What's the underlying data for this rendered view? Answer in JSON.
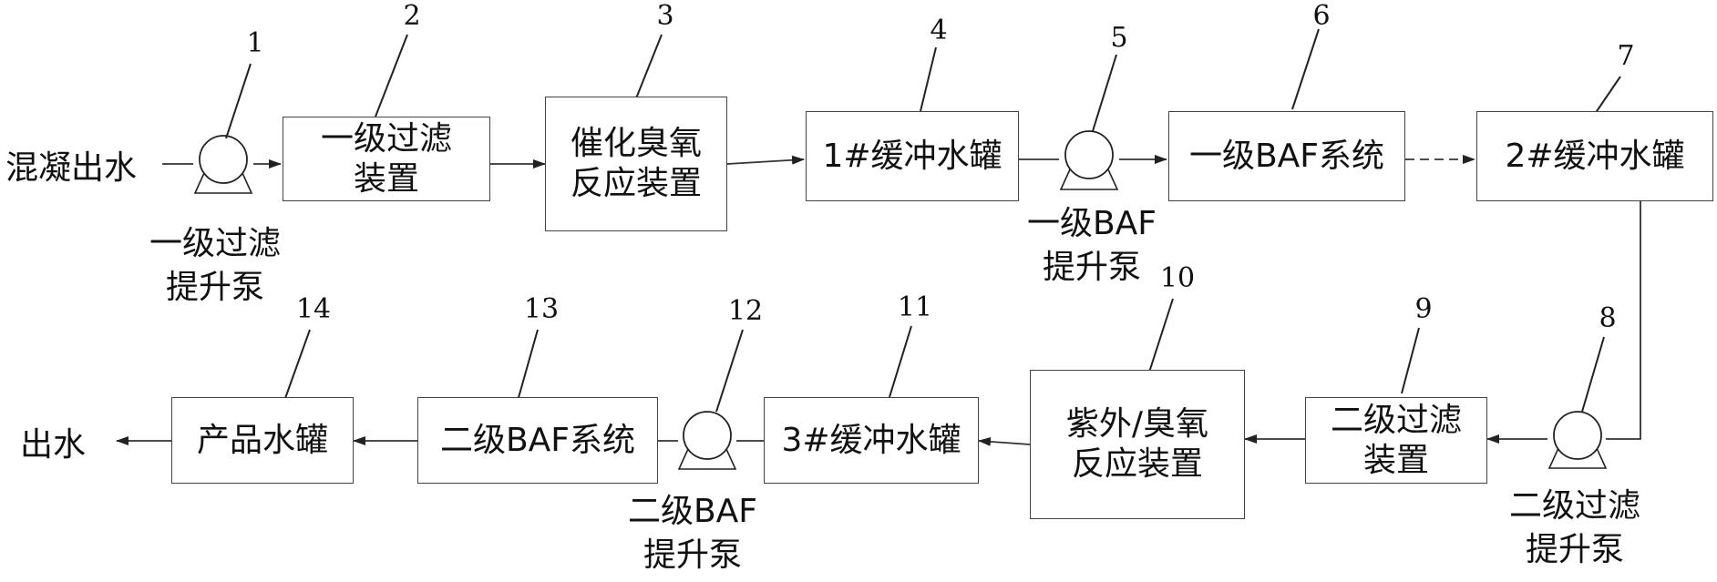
{
  "inlet_label": "混凝出水",
  "outlet_label": "出水",
  "units": [
    {
      "num": "1",
      "label": "一级过滤\n提升泵"
    },
    {
      "num": "2",
      "label": "一级过滤\n装置"
    },
    {
      "num": "3",
      "label": "催化臭氧\n反应装置"
    },
    {
      "num": "4",
      "label": "1#缓冲水罐"
    },
    {
      "num": "5",
      "label": "一级BAF\n提升泵"
    },
    {
      "num": "6",
      "label": "一级BAF系统"
    },
    {
      "num": "7",
      "label": "2#缓冲水罐"
    },
    {
      "num": "8",
      "label": "二级过滤\n提升泵"
    },
    {
      "num": "9",
      "label": "二级过滤\n装置"
    },
    {
      "num": "10",
      "label": "紫外/臭氧\n反应装置"
    },
    {
      "num": "11",
      "label": "3#缓冲水罐"
    },
    {
      "num": "12",
      "label": "二级BAF\n提升泵"
    },
    {
      "num": "13",
      "label": "二级BAF系统"
    },
    {
      "num": "14",
      "label": "产品水罐"
    }
  ]
}
